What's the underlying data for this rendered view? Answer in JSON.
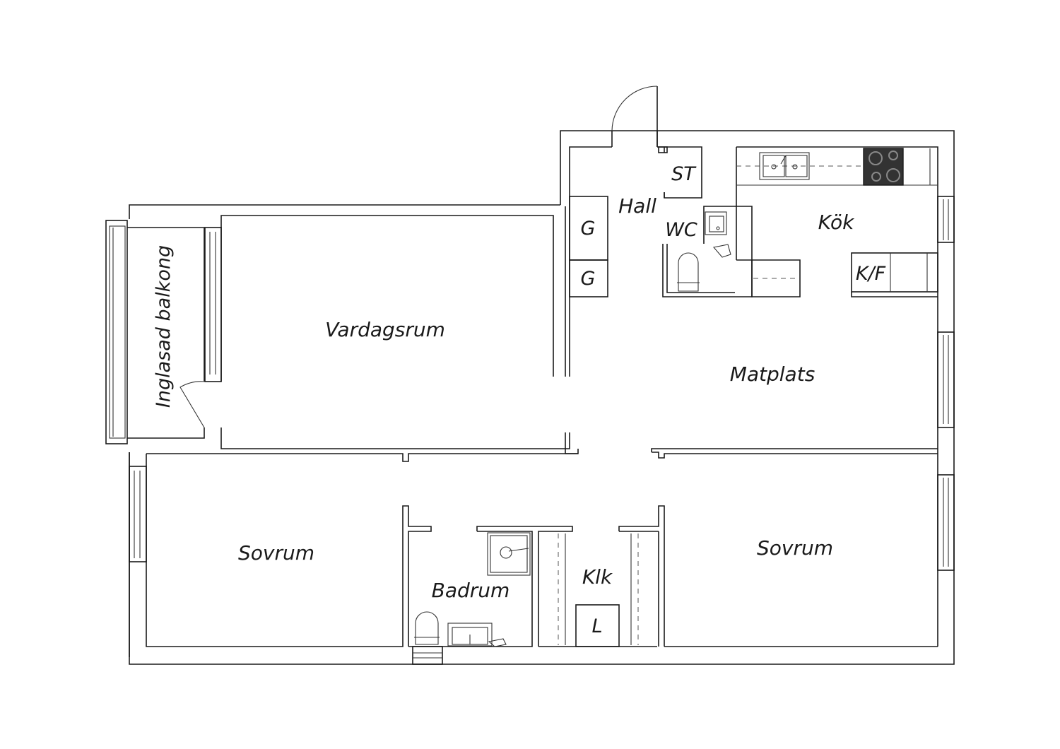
{
  "rooms": {
    "inglasad_balkong": "Inglasad balkong",
    "vardagsrum": "Vardagsrum",
    "hall": "Hall",
    "st": "ST",
    "wc": "WC",
    "kok": "Kök",
    "kf": "K/F",
    "matplats": "Matplats",
    "g1": "G",
    "g2": "G",
    "sovrum_left": "Sovrum",
    "sovrum_right": "Sovrum",
    "badrum": "Badrum",
    "klk": "Klk",
    "l": "L"
  }
}
